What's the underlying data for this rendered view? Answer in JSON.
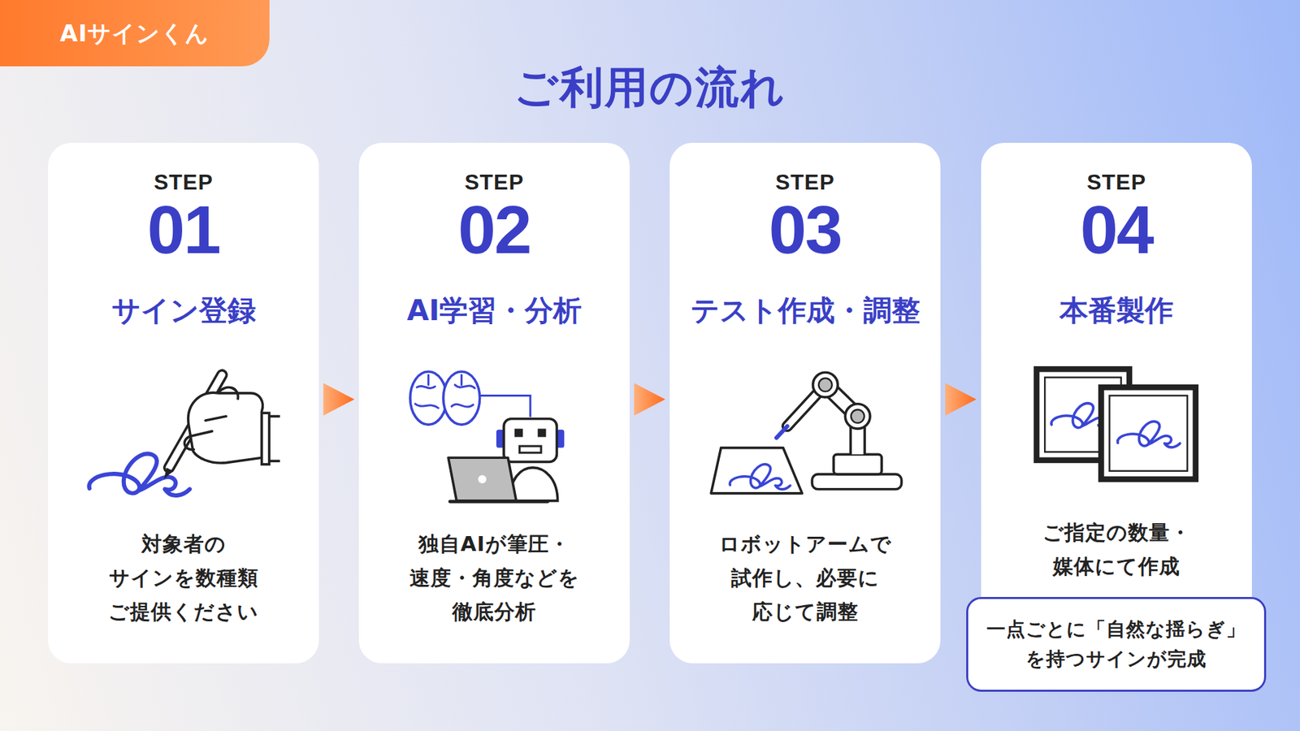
{
  "diagram": {
    "title": "ご利用の流れ",
    "nodes": [
      {
        "text": [
          "AIサインくん"
        ]
      },
      {
        "text": [
          "STEP",
          "01",
          "サイン登録",
          "対象者の サインを数種類 ご提供ください"
        ]
      },
      {
        "text": [
          "STEP",
          "02",
          "AI学習・分析",
          "独自AIが筆圧・ 速度・角度などを 徹底分析"
        ]
      },
      {
        "text": [
          "STEP",
          "03",
          "テスト作成・調整",
          "ロボットアームで 試作し、必要に 応じて調整"
        ]
      },
      {
        "text": [
          "STEP",
          "04",
          "本番製作",
          "ご指定の数量・ 媒体にて作成"
        ]
      },
      {
        "text": [
          "一点ごとに「自然な揺らぎ」 を持つサインが完成"
        ],
        "in": 4
      }
    ],
    "edges": [
      {
        "from": 1,
        "to": 2,
        "arrow": "to"
      },
      {
        "from": 2,
        "to": 3,
        "arrow": "to"
      },
      {
        "from": 3,
        "to": 4,
        "arrow": "to"
      }
    ]
  }
}
